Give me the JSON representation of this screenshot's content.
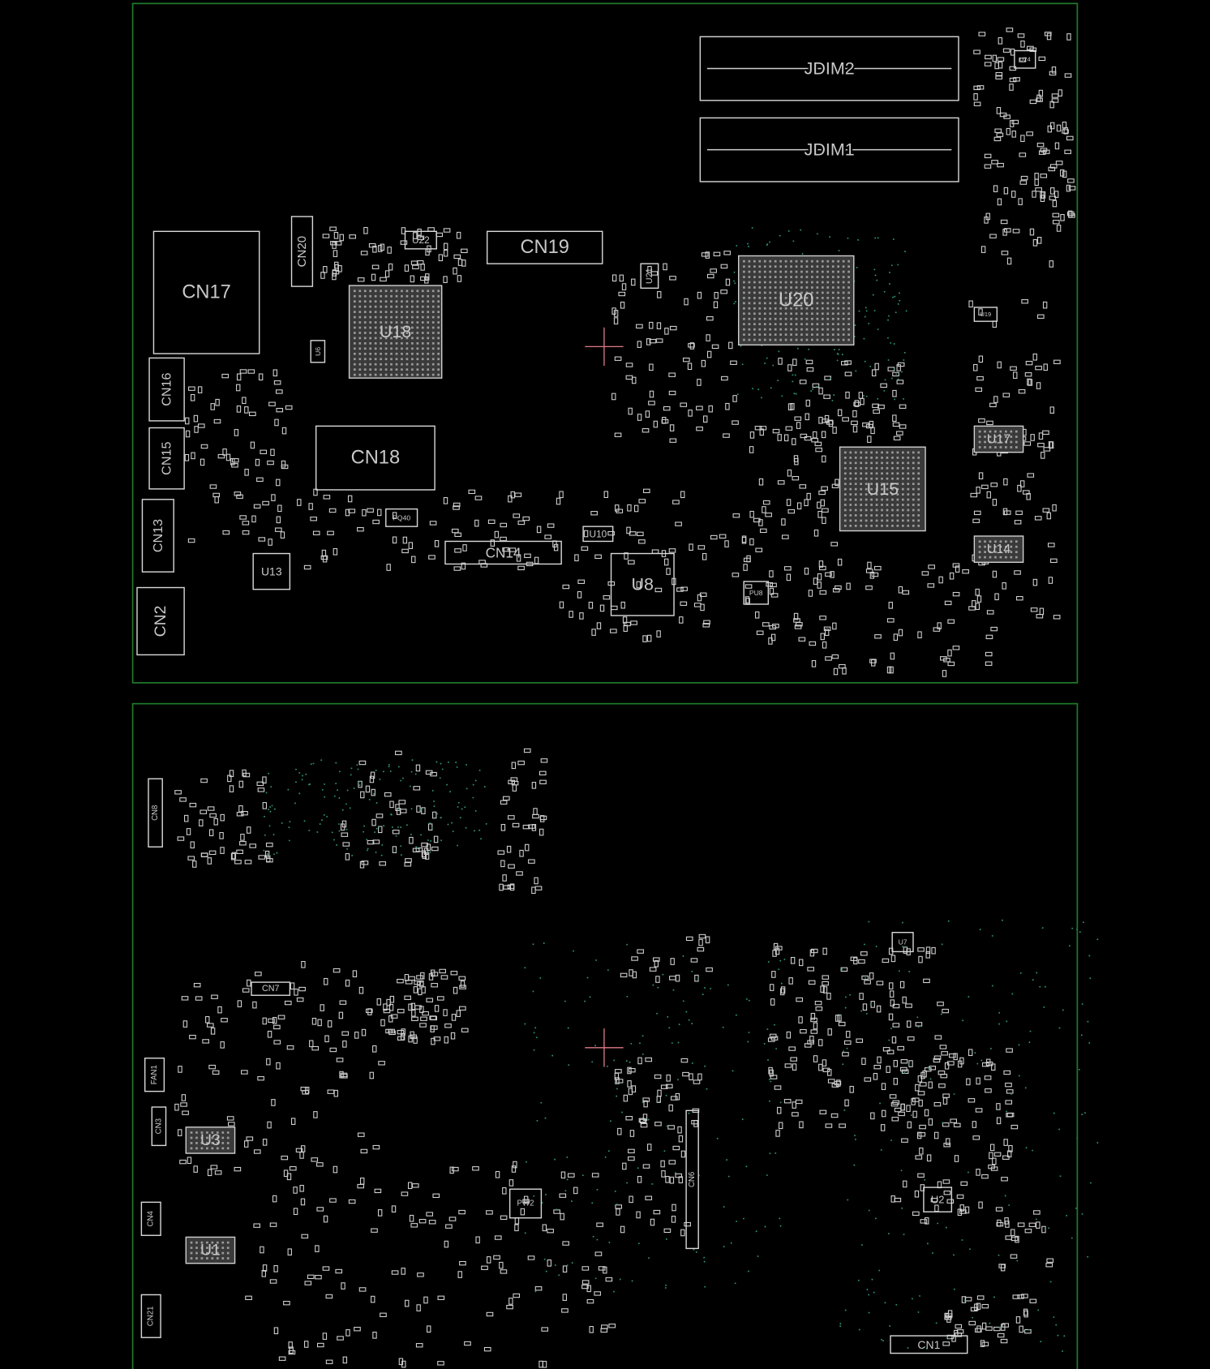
{
  "top_board": {
    "components": {
      "jdim2": "JDIM2",
      "jdim1": "JDIM1",
      "cn17": "CN17",
      "cn20": "CN20",
      "u22": "U22",
      "cn19": "CN19",
      "u18": "U18",
      "u21": "U21",
      "u20": "U20",
      "cn16": "CN16",
      "cn15": "CN15",
      "cn18": "CN18",
      "u17": "U17",
      "u15": "U15",
      "cn13": "CN13",
      "u13": "U13",
      "pq40": "PQ40",
      "cn14": "CN14",
      "u10": "U10",
      "u8": "U8",
      "u14": "U14",
      "pu8": "PU8",
      "cn2": "CN2",
      "u19": "U19",
      "u24": "U24",
      "u6": "U6"
    }
  },
  "bottom_board": {
    "components": {
      "cn8": "CN8",
      "cn7": "CN7",
      "fan1": "FAN1",
      "cn3": "CN3",
      "u3": "U3",
      "cn4": "CN4",
      "u1": "U1",
      "cn21": "CN21",
      "pw2": "PW2",
      "cn6": "CN6",
      "u2": "U2",
      "cn1": "CN1",
      "u7": "U7"
    }
  },
  "colors": {
    "board_outline": "#1f7a2a",
    "component": "#d8d8d8",
    "crosshair": "#e07a8a",
    "background": "#000000"
  }
}
